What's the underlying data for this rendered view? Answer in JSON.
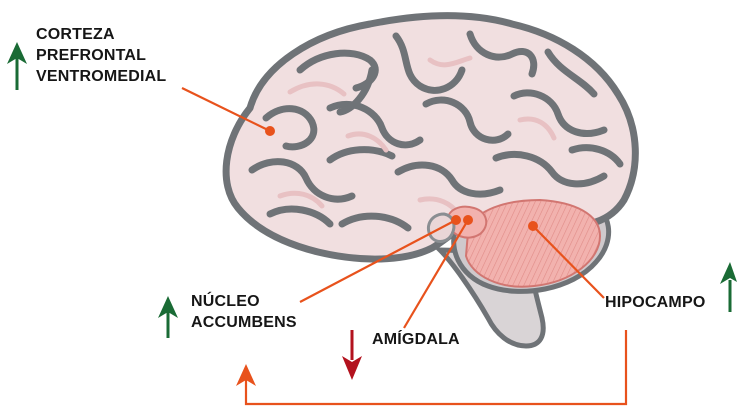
{
  "diagram": {
    "labels": {
      "cortex": [
        "CORTEZA",
        "PREFRONTAL",
        "VENTROMEDIAL"
      ],
      "accumbens": [
        "NÚCLEO",
        "ACCUMBENS"
      ],
      "amygdala": [
        "AMÍGDALA"
      ],
      "hippocampus": [
        "HIPOCAMPO"
      ]
    },
    "indicators": {
      "cortex": "arrow-up",
      "accumbens": "arrow-up",
      "amygdala": "arrow-down",
      "hippocampus": "arrow-up",
      "feedback": "arrow-up"
    },
    "colors": {
      "up": "#1a6b35",
      "down": "#b3121e",
      "leader": "#e8521c",
      "brain_fill": "#f1dfe0",
      "brain_sulci": "#6f7377",
      "limbic": "#f2aaa7"
    }
  }
}
